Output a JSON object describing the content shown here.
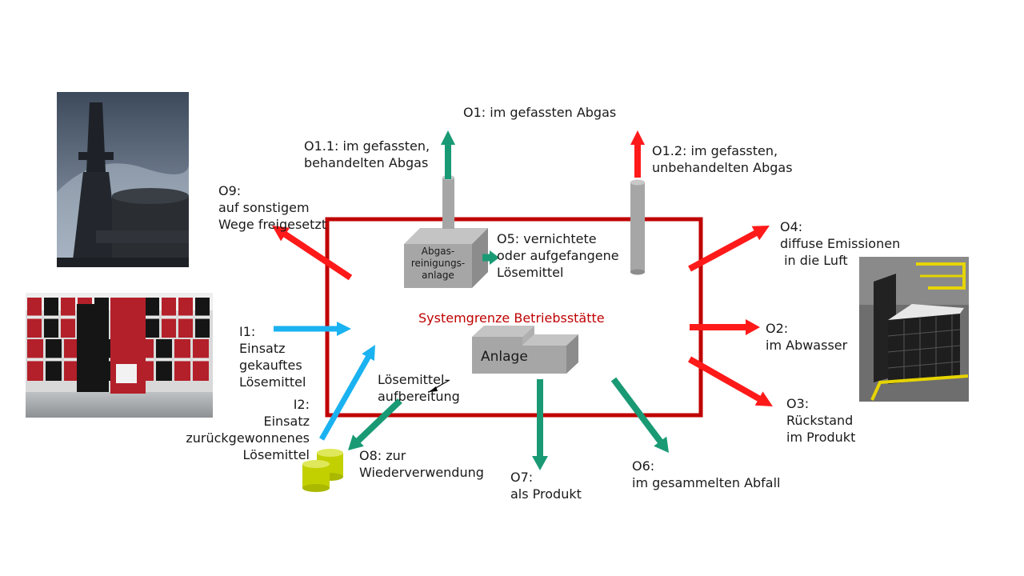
{
  "boundary": {
    "label": "Systemgrenze Betriebsstätte",
    "color": "#c00000"
  },
  "colors": {
    "input": "#1ab2f0",
    "loss": "#ff1a1a",
    "recovered": "#1a9a74",
    "box": "#a6a6a6",
    "drum": "#c3d000"
  },
  "units": {
    "abgas": [
      "Abgas-",
      "reinigungs-",
      "anlage"
    ],
    "anlage": "Anlage",
    "aufbereitung": [
      "Lösemittel-",
      "aufbereitung"
    ]
  },
  "flows": {
    "o1": "O1: im gefassten Abgas",
    "o1_1": [
      "O1.1: im gefassten,",
      "behandelten Abgas"
    ],
    "o1_2": [
      "O1.2: im gefassten,",
      "unbehandelten Abgas"
    ],
    "o9": [
      "O9:",
      "auf sonstigem",
      "Wege freigesetzt"
    ],
    "o5": [
      "O5: vernichtete",
      "oder aufgefangene",
      "Lösemittel"
    ],
    "o4": [
      "O4:",
      "diffuse Emissionen",
      " in die Luft"
    ],
    "o2": [
      "O2:",
      "im Abwasser"
    ],
    "o3": [
      "O3:",
      "Rückstand",
      "im Produkt"
    ],
    "i1": [
      "I1:",
      "Einsatz",
      "gekauftes",
      "Lösemittel"
    ],
    "i2": [
      "I2:",
      "Einsatz",
      "zurückgewonnenes",
      "Lösemittel"
    ],
    "o8": [
      "O8: zur",
      "Wiederverwendung"
    ],
    "o7": [
      "O7:",
      "als Produkt"
    ],
    "o6": [
      "O6:",
      "im gesammelten Abfall"
    ]
  },
  "photos": [
    "chimney-photo",
    "drums-photo",
    "bin-photo"
  ]
}
